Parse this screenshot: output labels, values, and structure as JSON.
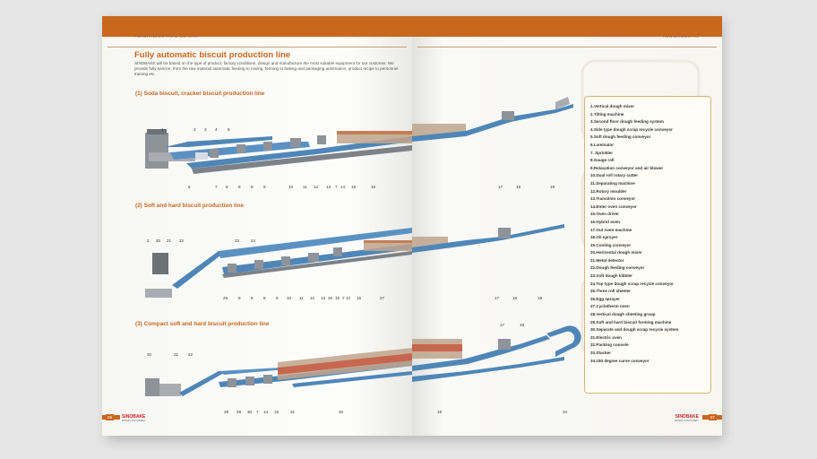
{
  "header": {
    "company": "HUAJI INDUSTRIAL CO.,LTD.",
    "website": "www.sinobake.net"
  },
  "title": "Fully automatic biscuit production line",
  "intro": "SINOBAKE will be based on the type of product, factory conditions, design and manufacture the most suitable equipment for our customer. We provide fully service, from the raw material automatic feeding to mixing, forming to baking and packaging automation, product recipe to personnel training etc.",
  "sections": [
    {
      "label": "(1) Soda biscuit, cracker biscuit production line"
    },
    {
      "label": "(2) Soft and hard biscuit production line"
    },
    {
      "label": "(3) Compact soft and hard biscuit production line"
    }
  ],
  "line1": {
    "top": [
      "1",
      "2",
      "3",
      "4",
      "5"
    ],
    "bottom": [
      "6",
      "7",
      "8",
      "8",
      "8",
      "9",
      "10",
      "11",
      "12",
      "13",
      "7",
      "14",
      "15",
      "16"
    ],
    "right": [
      "17",
      "18",
      "19"
    ]
  },
  "line2": {
    "top": [
      "2",
      "20",
      "21",
      "22",
      "23",
      "24"
    ],
    "bottom": [
      "25",
      "8",
      "8",
      "8",
      "9",
      "10",
      "11",
      "12",
      "13",
      "26",
      "15",
      "7",
      "14",
      "15",
      "27"
    ],
    "right": [
      "17",
      "18",
      "19"
    ]
  },
  "line3": {
    "top": [
      "20",
      "21",
      "22"
    ],
    "bottom": [
      "28",
      "29",
      "30",
      "7",
      "14",
      "15",
      "31",
      "32",
      "33",
      "19",
      "34"
    ],
    "right": [
      "17",
      "18"
    ]
  },
  "legend": [
    "1.Vertical dough mixer",
    "2.Tilting machine",
    "3.Second floor dough feeding system",
    "4.Side type dough scrap recycle conveyor",
    "5.Soft dough feeding conveyor",
    "6.Laminator",
    "7. Sprinkler",
    "8.Gauge roll",
    "9.Relaxation conveyor and air blower",
    "10.Dual roll rotary cutter",
    "11.Separating machine",
    "12.Rotary moulder",
    "13.Transition conveyor",
    "14.Enter oven conveyor",
    "15.Oven driver",
    "16.Hybrid oven",
    "17.Out oven machine",
    "18.Oil sprayer",
    "19.Cooling conveyor",
    "20.Horizontal dough mixer",
    "21.Metal detector",
    "22.Dough feeding conveyor",
    "23.Soft dough kibbler",
    "24.Top type dough scrap recycle conveyor",
    "25.Three roll sheeter",
    "26.Egg sprayer",
    "27.Cyclotherm oven",
    "28.Vertical dough sheeting group",
    "29.Soft and hard biscuit forming machine",
    "30.Separate and dough scrap recycle system",
    "31.Electric oven",
    "32.Packing console",
    "33.Stacker",
    "34.180 degree curve conveyor"
  ],
  "footer": {
    "left_page": "06",
    "right_page": "07",
    "logo": "SINOBAKE",
    "logo_sub": "BAKERY MACHINERY"
  },
  "colors": {
    "accent": "#c9671f",
    "conveyor": "#4f86b8",
    "machine": "#8e9299"
  }
}
